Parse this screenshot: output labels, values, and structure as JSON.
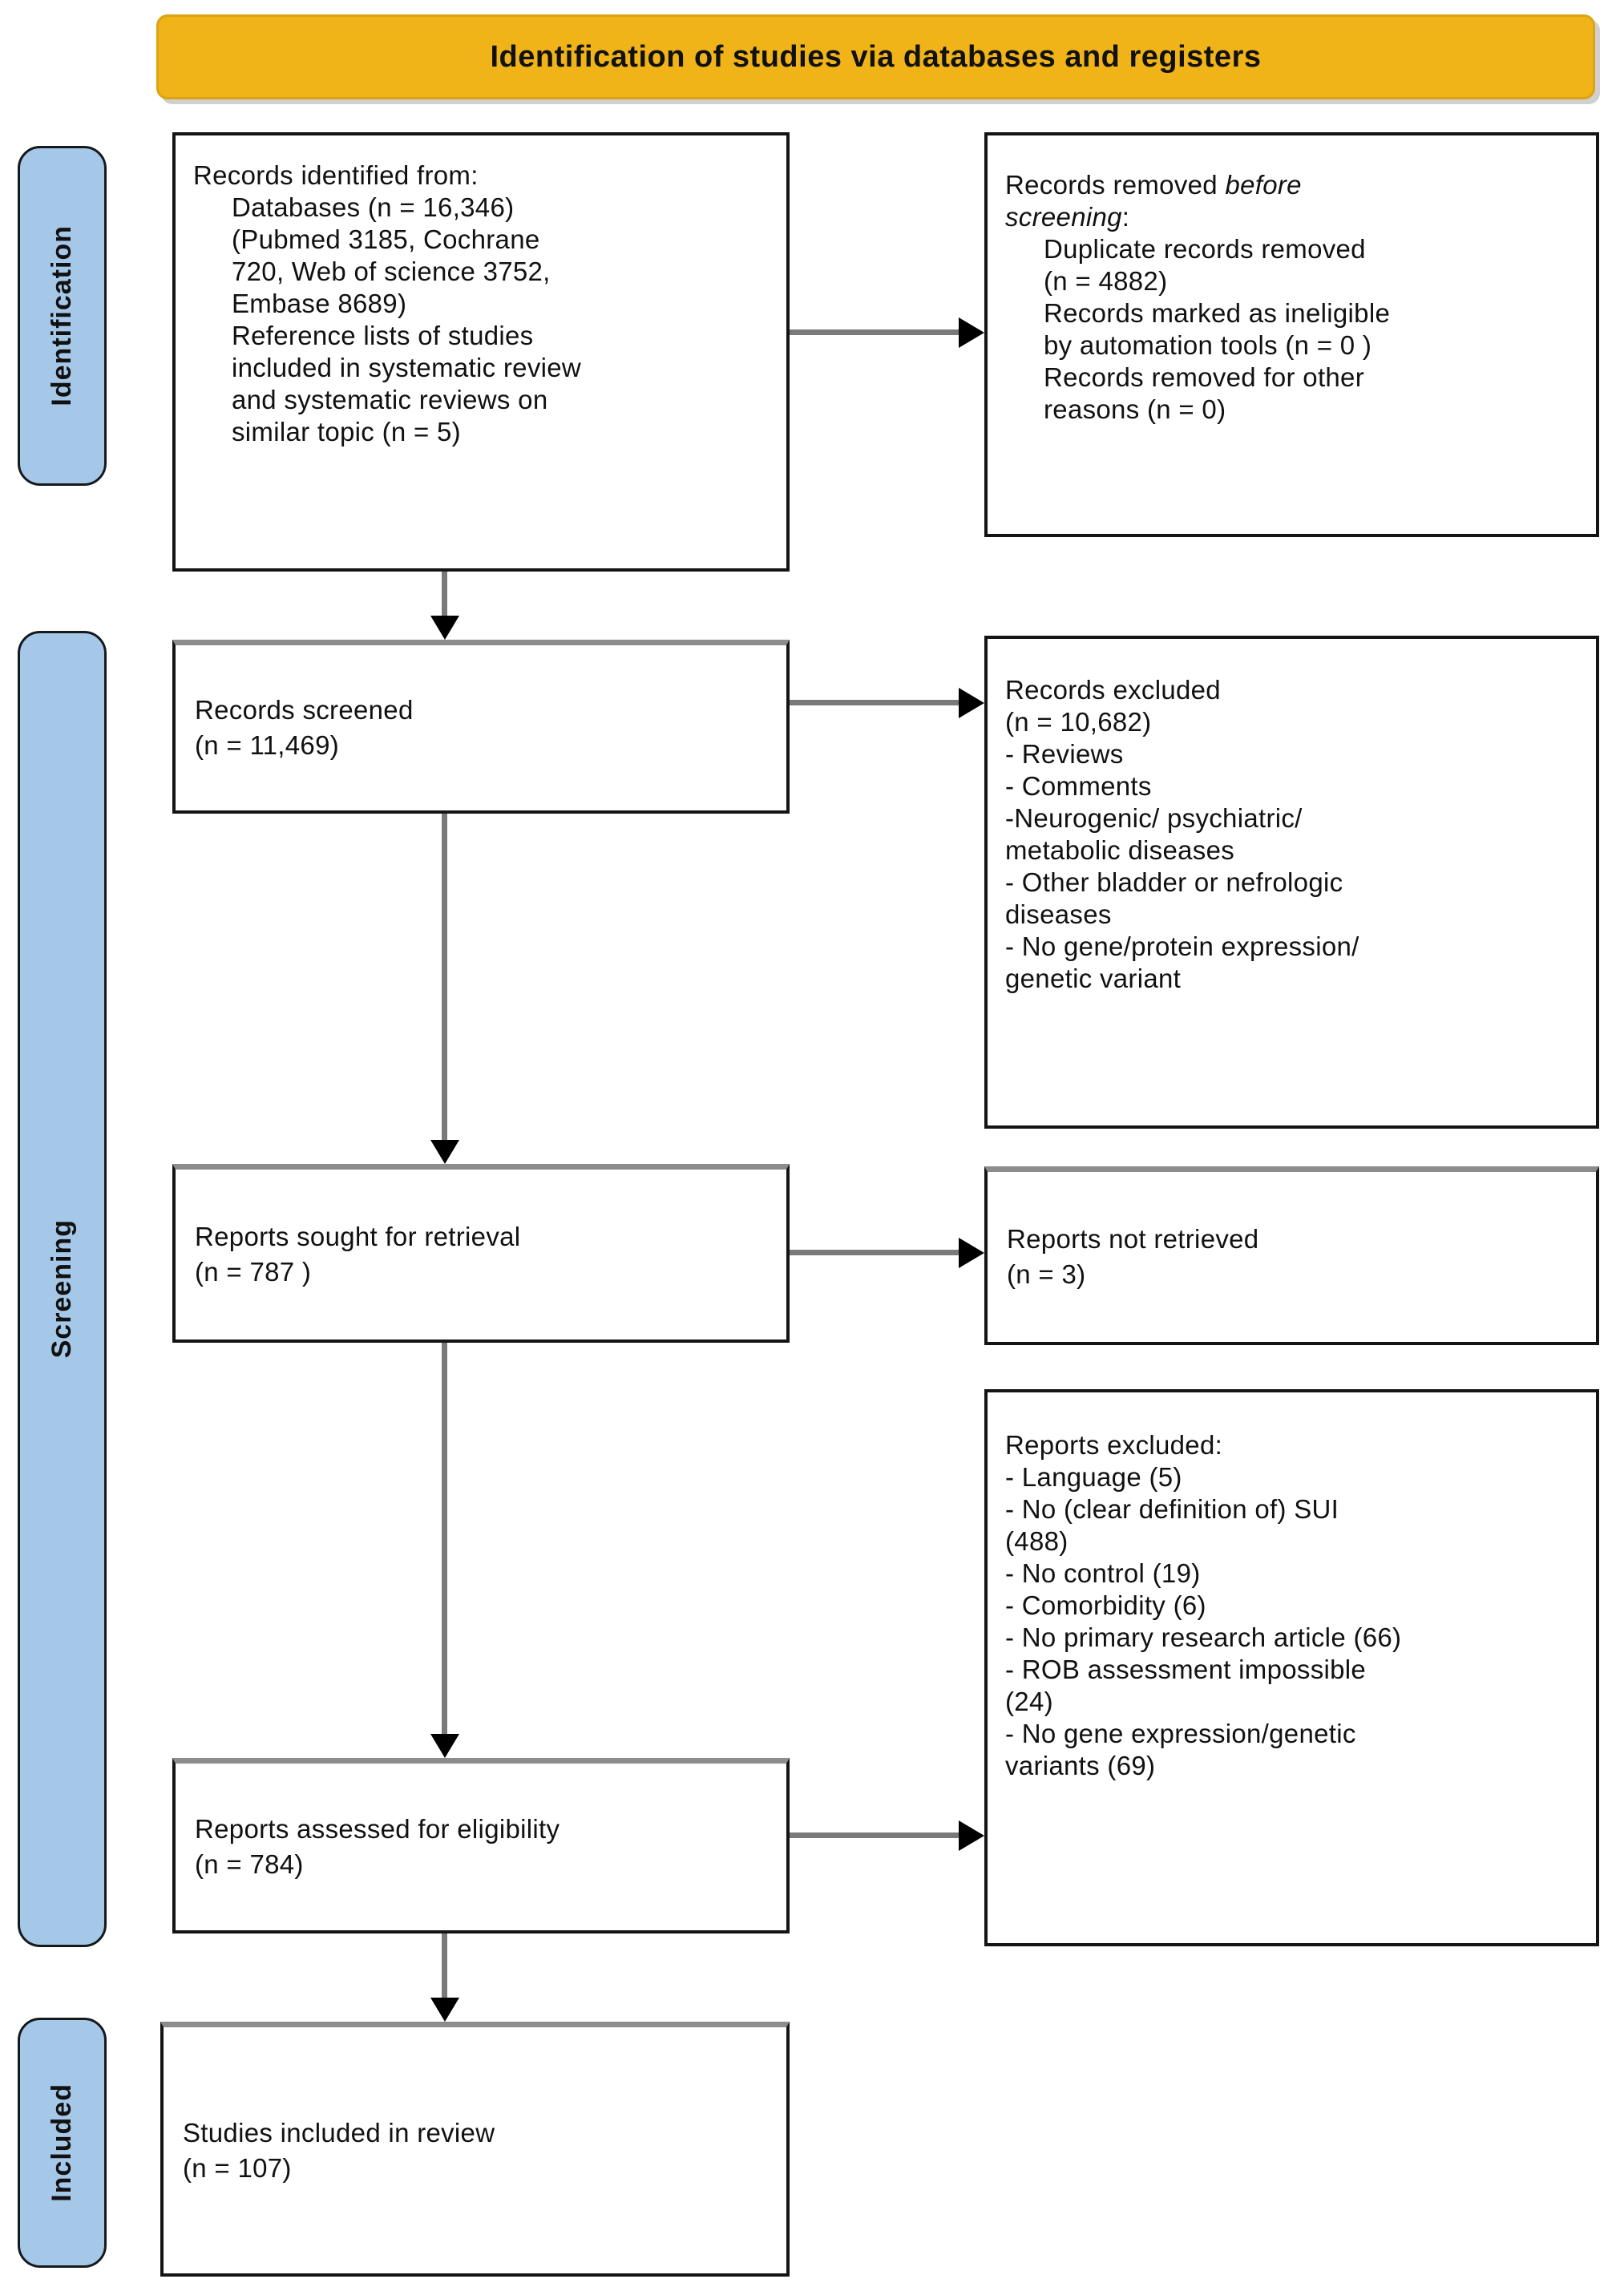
{
  "banner": {
    "title": "Identification of studies via databases and registers"
  },
  "stages": [
    {
      "label": "Identification"
    },
    {
      "label": "Screening"
    },
    {
      "label": "Included"
    }
  ],
  "boxes": {
    "records_identified": {
      "title": "Records identified from:",
      "items": [
        "Databases (n = 16,346)",
        "(Pubmed 3185, Cochrane",
        "720, Web of science 3752,",
        "Embase 8689)",
        "Reference lists of studies",
        "included in systematic review",
        "and systematic reviews on",
        "similar topic (n = 5)"
      ]
    },
    "records_removed": {
      "head": [
        "Records removed ",
        "before",
        "screening",
        ":"
      ],
      "items": [
        "Duplicate records removed",
        "(n = 4882)",
        "Records marked as ineligible",
        "by automation tools (n = 0 )",
        "Records removed for other",
        "reasons (n = 0)"
      ]
    },
    "records_screened": {
      "lines": [
        "Records screened",
        "(n = 11,469)"
      ]
    },
    "records_excluded": {
      "lines": [
        "Records excluded",
        "(n = 10,682)",
        "- Reviews",
        "- Comments",
        "-Neurogenic/ psychiatric/",
        "metabolic diseases",
        "- Other bladder or nefrologic",
        "diseases",
        "- No gene/protein expression/",
        "genetic variant"
      ]
    },
    "reports_sought": {
      "lines": [
        "Reports sought for retrieval",
        "(n = 787 )"
      ]
    },
    "reports_not_retrieved": {
      "lines": [
        "Reports not retrieved",
        "(n = 3)"
      ]
    },
    "reports_excluded": {
      "lines": [
        "Reports excluded:",
        "- Language (5)",
        "- No (clear definition of) SUI",
        "(488)",
        "- No control (19)",
        "- Comorbidity (6)",
        "- No primary research article (66)",
        "- ROB assessment impossible",
        "(24)",
        "- No gene expression/genetic",
        "variants (69)"
      ]
    },
    "reports_assessed": {
      "lines": [
        "Reports assessed for eligibility",
        "(n = 784)"
      ]
    },
    "studies_included": {
      "lines": [
        "Studies included in review",
        "(n = 107)"
      ]
    }
  },
  "colors": {
    "banner_bg": "#F0B418",
    "banner_border": "#DCA313",
    "stage_bg": "#A6C8E8",
    "stage_border": "#16191C",
    "box_border": "#141414",
    "box_gray_edge": "#8C8C8C",
    "arrow_line": "#7A7A7A",
    "arrow_head": "#000000",
    "text": "#111111"
  }
}
